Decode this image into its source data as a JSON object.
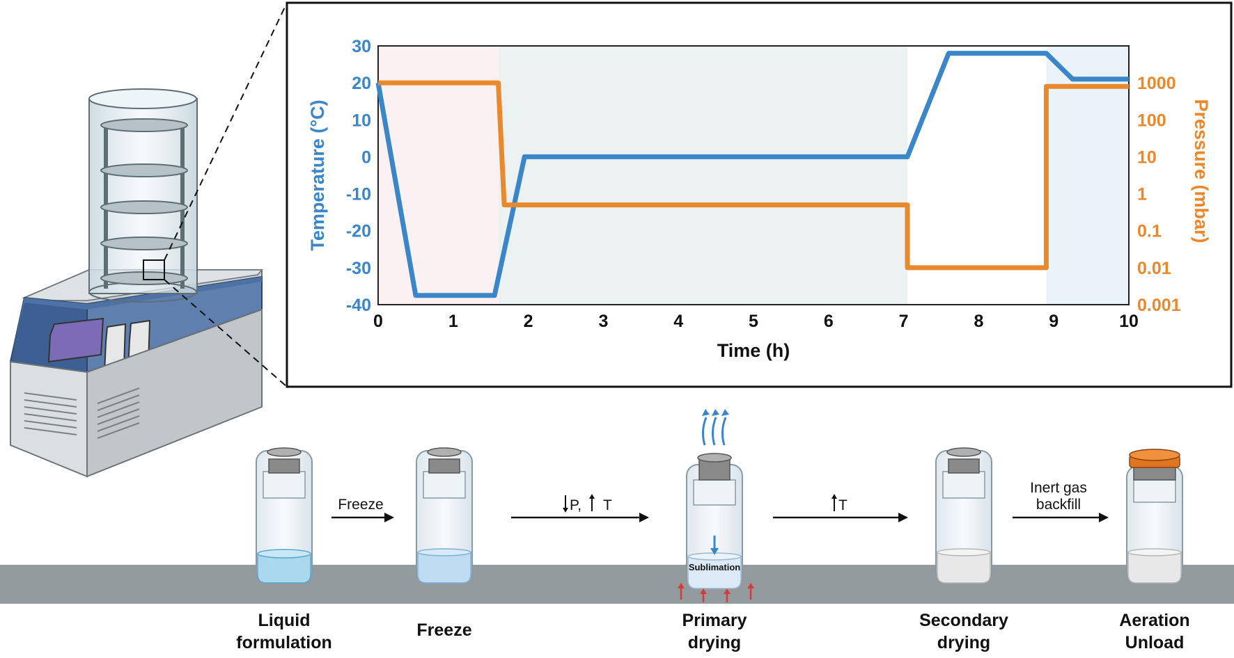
{
  "chart_data": {
    "type": "line",
    "xlabel": "Time (h)",
    "ylabel_left": "Temperature (°C)",
    "ylabel_right": "Pressure (mbar)",
    "xlim": [
      0,
      10
    ],
    "ylim_left": [
      -40,
      30
    ],
    "ylim_right_log": [
      -3,
      4
    ],
    "x_ticks": [
      "0",
      "1",
      "2",
      "3",
      "4",
      "5",
      "6",
      "7",
      "8",
      "9",
      "10"
    ],
    "y_ticks_left": [
      "30",
      "20",
      "10",
      "0",
      "-10",
      "-20",
      "-30",
      "-40"
    ],
    "y_ticks_right": [
      "1000",
      "100",
      "10",
      "1",
      "0.1",
      "0.01",
      "0.001"
    ],
    "phases": [
      {
        "x0": 0,
        "x1": 1.6,
        "color": "#fbf1f3"
      },
      {
        "x0": 1.6,
        "x1": 7.05,
        "color": "#ecf2f1"
      },
      {
        "x0": 7.05,
        "x1": 8.9,
        "color": "#ffffff"
      },
      {
        "x0": 8.9,
        "x1": 10,
        "color": "#eaf3fa"
      }
    ],
    "series": [
      {
        "axis": "left",
        "color": "#3a86c8",
        "x": [
          0,
          0.5,
          1.55,
          1.95,
          7.05,
          7.6,
          8.9,
          9.25,
          10
        ],
        "y": [
          20,
          -37.5,
          -37.5,
          0,
          0,
          28,
          28,
          21,
          21
        ]
      },
      {
        "axis": "right",
        "color": "#e8892e",
        "x": [
          0,
          1.6,
          1.68,
          7.05,
          7.05,
          8.9,
          8.9,
          10
        ],
        "y": [
          1000,
          1000,
          0.5,
          0.5,
          0.01,
          0.01,
          800,
          800
        ]
      }
    ]
  },
  "steps": [
    {
      "line1": "Liquid",
      "line2": "formulation"
    },
    {
      "line1": "Freeze",
      "line2": ""
    },
    {
      "line1": "Primary",
      "line2": "drying"
    },
    {
      "line1": "Secondary",
      "line2": "drying"
    },
    {
      "line1": "Aeration",
      "line2": "Unload"
    }
  ],
  "transitions": {
    "freeze": "Freeze",
    "pressure_temp": "P,",
    "pressure_temp_t": "T",
    "raise_temp": "T",
    "backfill_line1": "Inert gas",
    "backfill_line2": "backfill"
  },
  "vial_label": "Sublimation",
  "colors": {
    "temperature": "#3a86c8",
    "pressure": "#e8892e",
    "shelf": "#939b9e",
    "stopper": "#8a8a8a",
    "cap": "#e0761f",
    "liquid": "#a9d8ef",
    "frozen": "#bfdcf3",
    "dried": "#e8e8e8",
    "heat": "#d63b3b"
  }
}
